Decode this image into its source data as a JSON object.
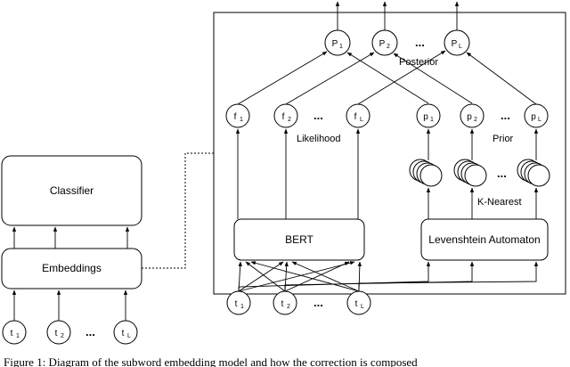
{
  "left_model": {
    "classifier": "Classifier",
    "embeddings": "Embeddings",
    "inputs": [
      {
        "base": "t",
        "sub": "1"
      },
      {
        "base": "t",
        "sub": "2"
      },
      {
        "base": "t",
        "sub": "L"
      }
    ],
    "ellipsis": "..."
  },
  "right_model": {
    "bert": "BERT",
    "automaton": "Levenshtein Automaton",
    "likelihood_label": "Likelihood",
    "prior_label": "Prior",
    "knearest_label": "K-Nearest",
    "posterior_label": "Posterior",
    "ellipsis": "...",
    "inputs": [
      {
        "base": "t",
        "sub": "1"
      },
      {
        "base": "t",
        "sub": "2"
      },
      {
        "base": "t",
        "sub": "L"
      }
    ],
    "likelihood_nodes": [
      {
        "base": "f",
        "sub": "1"
      },
      {
        "base": "f",
        "sub": "2"
      },
      {
        "base": "f",
        "sub": "L"
      }
    ],
    "prior_nodes": [
      {
        "base": "p",
        "sub": "1"
      },
      {
        "base": "p",
        "sub": "2"
      },
      {
        "base": "p",
        "sub": "L"
      }
    ],
    "posterior_nodes": [
      {
        "base": "P",
        "sub": "1"
      },
      {
        "base": "P",
        "sub": "2"
      },
      {
        "base": "P",
        "sub": "L"
      }
    ]
  },
  "caption": "Figure 1: Diagram of the subword embedding model and how the correction is composed"
}
